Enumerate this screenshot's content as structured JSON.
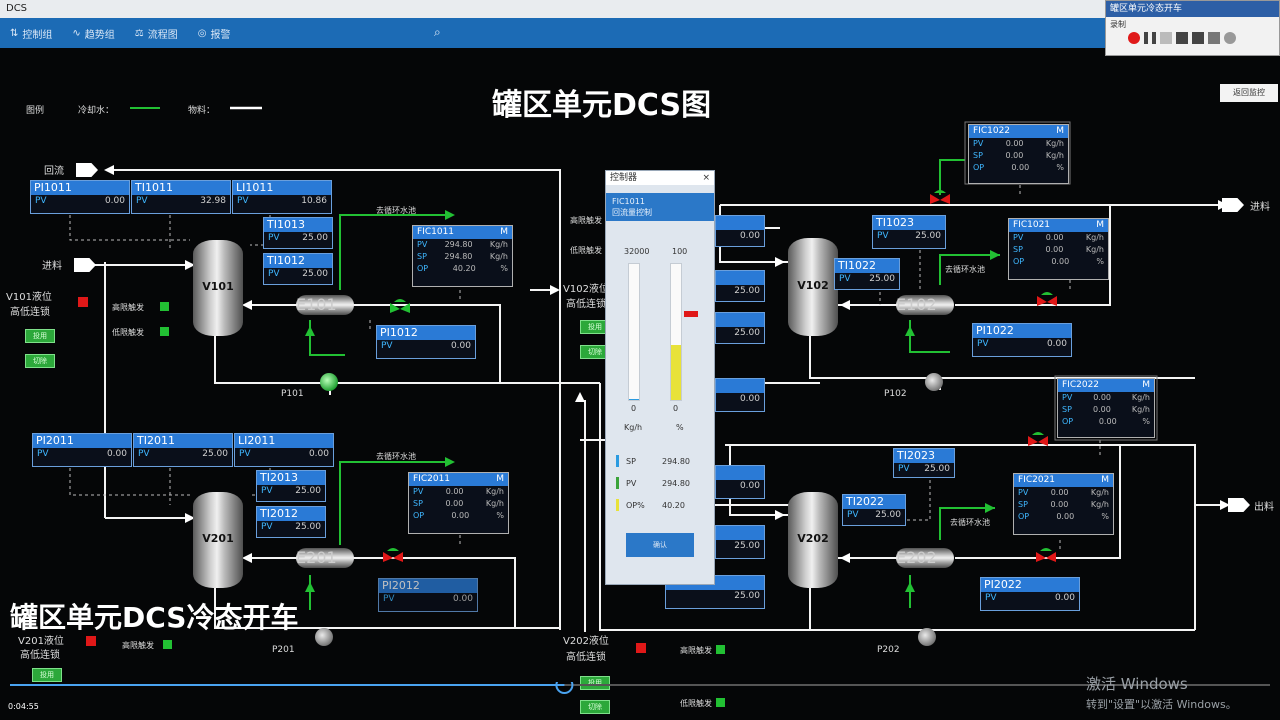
{
  "window": {
    "title": "DCS"
  },
  "menu": [
    {
      "label": "控制组",
      "icon": "group-icon"
    },
    {
      "label": "趋势组",
      "icon": "trend-icon"
    },
    {
      "label": "流程图",
      "icon": "flow-icon"
    },
    {
      "label": "报警",
      "icon": "alarm-icon"
    }
  ],
  "recorder": {
    "title": "罐区单元冷态开车",
    "row1": "录制"
  },
  "right_button": "返回监控",
  "title": "罐区单元DCS图",
  "legend": {
    "label": "图例",
    "cool": "冷却水：",
    "material": "物料："
  },
  "caption": "罐区单元DCS冷态开车",
  "labels": {
    "huiliu": "回流",
    "jinliao_l": "进料",
    "jinliao_r": "进料",
    "chuliao_r": "出料",
    "v101_alarm": "V101液位",
    "v101_alarm2": "高低连锁",
    "v102_alarm": "V102液位",
    "v102_alarm2": "高低连锁",
    "v202_alarm": "V202液位",
    "v202_alarm2": "高低连锁",
    "v201_alarm": "V201液位",
    "v201_alarm2": "高低连锁",
    "high_trip": "高限触发",
    "low_trip": "低限触发",
    "btn_on": "投用",
    "btn_off": "切除",
    "cw1": "去循环水池",
    "cw2": "去循环水池",
    "cw3": "去循环水池",
    "cw4": "去循环水池",
    "p101": "P101",
    "p102": "P102",
    "p201": "P201",
    "p202": "P202"
  },
  "vessels": [
    "V101",
    "V102",
    "V201",
    "V202"
  ],
  "exchangers": [
    "E101",
    "E102",
    "E201",
    "E202"
  ],
  "tags": {
    "pi1011": {
      "name": "PI1011",
      "pv": "0.00"
    },
    "ti1011": {
      "name": "TI1011",
      "pv": "32.98"
    },
    "li1011": {
      "name": "LI1011",
      "pv": "10.86"
    },
    "ti1013": {
      "name": "TI1013",
      "pv": "25.00"
    },
    "ti1012": {
      "name": "TI1012",
      "pv": "25.00"
    },
    "pi1012": {
      "name": "PI1012",
      "pv": "0.00"
    },
    "pi2011": {
      "name": "PI2011",
      "pv": "0.00"
    },
    "ti2011": {
      "name": "TI2011",
      "pv": "25.00"
    },
    "li2011": {
      "name": "LI2011",
      "pv": "0.00"
    },
    "ti2013": {
      "name": "TI2013",
      "pv": "25.00"
    },
    "ti2012": {
      "name": "TI2012",
      "pv": "25.00"
    },
    "pi2012": {
      "name": "PI2012",
      "pv": "0.00"
    },
    "ti1023": {
      "name": "TI1023",
      "pv": "25.00"
    },
    "ti1022": {
      "name": "TI1022",
      "pv": "25.00"
    },
    "pi1022": {
      "name": "PI1022",
      "pv": "0.00"
    },
    "ti2023": {
      "name": "TI2023",
      "pv": "25.00"
    },
    "ti2022": {
      "name": "TI2022",
      "pv": "25.00"
    },
    "pi2022": {
      "name": "PI2022",
      "pv": "0.00"
    },
    "m1": {
      "name": "",
      "pv": "0.00"
    },
    "m2": {
      "name": "",
      "pv": "25.00"
    },
    "m3": {
      "name": "",
      "pv": "25.00"
    },
    "m4": {
      "name": "",
      "pv": "0.00"
    },
    "m5": {
      "name": "",
      "pv": "0.00"
    },
    "m6": {
      "name": "",
      "pv": "25.00"
    },
    "m7": {
      "name": "",
      "pv": "25.00"
    }
  },
  "panels": {
    "fic1011": {
      "name": "FIC1011",
      "mode": "M",
      "pv": "294.80",
      "sp": "294.80",
      "op": "40.20",
      "unit": "Kg/h"
    },
    "fic2011": {
      "name": "FIC2011",
      "mode": "M",
      "pv": "0.00",
      "sp": "0.00",
      "op": "0.00",
      "unit": "Kg/h"
    },
    "fic1022": {
      "name": "FIC1022",
      "mode": "M",
      "pv": "0.00",
      "sp": "0.00",
      "op": "0.00",
      "unit": "Kg/h"
    },
    "fic1021": {
      "name": "FIC1021",
      "mode": "M",
      "pv": "0.00",
      "sp": "0.00",
      "op": "0.00",
      "unit": "Kg/h"
    },
    "fic2022": {
      "name": "FIC2022",
      "mode": "M",
      "pv": "0.00",
      "sp": "0.00",
      "op": "0.00",
      "unit": "Kg/h"
    },
    "fic2021": {
      "name": "FIC2021",
      "mode": "M",
      "pv": "0.00",
      "sp": "0.00",
      "op": "0.00",
      "unit": "Kg/h"
    }
  },
  "controller": {
    "title": "控制器",
    "tag": "FIC1011",
    "desc": "回流量控制",
    "scale_left": "32000",
    "scale_right": "100",
    "zero_left": "0",
    "zero_right": "0",
    "unit_left": "Kg/h",
    "unit_right": "%",
    "sp_label": "SP",
    "sp_value": "294.80",
    "pv_label": "PV",
    "pv_value": "294.80",
    "op_label": "OP%",
    "op_value": "40.20",
    "button": "确认",
    "pv_fraction": 0.01,
    "op_fraction": 0.402
  },
  "player": {
    "time": "0:04:55",
    "progress": 0.44
  },
  "watermark": {
    "line1": "激活 Windows",
    "line2": "转到\"设置\"以激活 Windows。"
  }
}
